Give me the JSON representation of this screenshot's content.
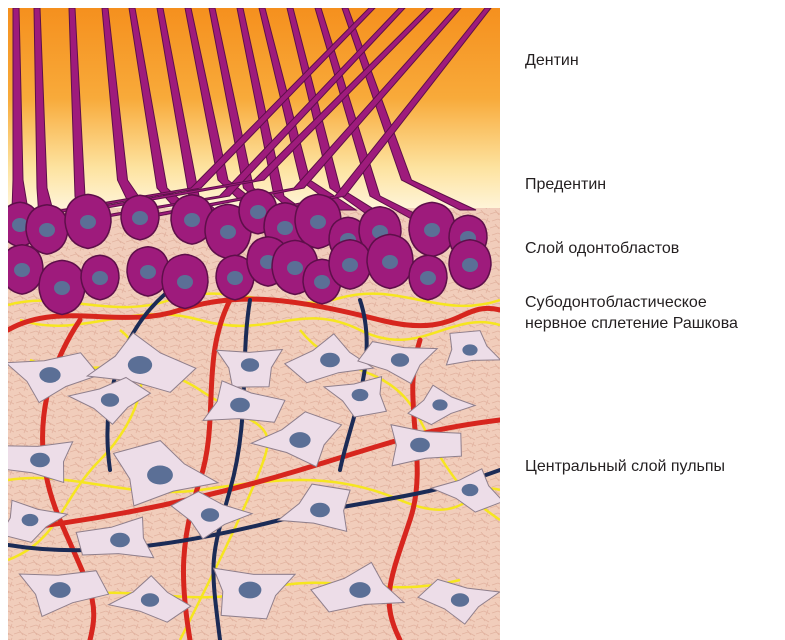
{
  "labels": {
    "dentin": "Дентин",
    "predentin": "Предентин",
    "odontoblast_layer": "Слой одонтобластов",
    "plexus_line1": "Субодонтобластическое",
    "plexus_line2": "нервное сплетение Рашкова",
    "central_layer": "Центральный слой пульпы"
  },
  "colors": {
    "dentin_top": "#f5901e",
    "dentin_bottom": "#fde9a8",
    "predentin": "#fff5d6",
    "pulp": "#f1cdbb",
    "odontoblast": "#9e1b7c",
    "nucleus": "#5b6f96",
    "fibroblast": "#eddde8",
    "artery": "#d7261e",
    "vein": "#1b2b56",
    "nerve": "#f6e61f"
  }
}
